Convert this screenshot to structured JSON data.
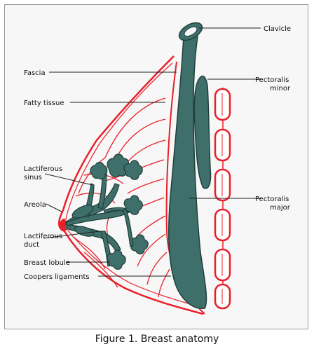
{
  "caption": "Figure 1. Breast anatomy",
  "labels": {
    "clavicle": "Clavicle",
    "fascia": "Fascia",
    "fatty_tissue": "Fatty tissue",
    "pectoralis_minor_1": "Pectoralis",
    "pectoralis_minor_2": "minor",
    "lactiferous_sinus_1": "Lactiferous",
    "lactiferous_sinus_2": "sinus",
    "areola": "Areola",
    "pectoralis_major_1": "Pectoralis",
    "pectoralis_major_2": "major",
    "lactiferous_duct_1": "Lactiferous",
    "lactiferous_duct_2": "duct",
    "breast_lobule": "Breast lobule",
    "coopers_ligaments": "Coopers ligaments"
  },
  "colors": {
    "muscle": "#3f6f6a",
    "muscle_stroke": "#1f3f3b",
    "tissue": "#e8202a",
    "ribs_fill": "#ffffff",
    "leader": "#222222"
  }
}
